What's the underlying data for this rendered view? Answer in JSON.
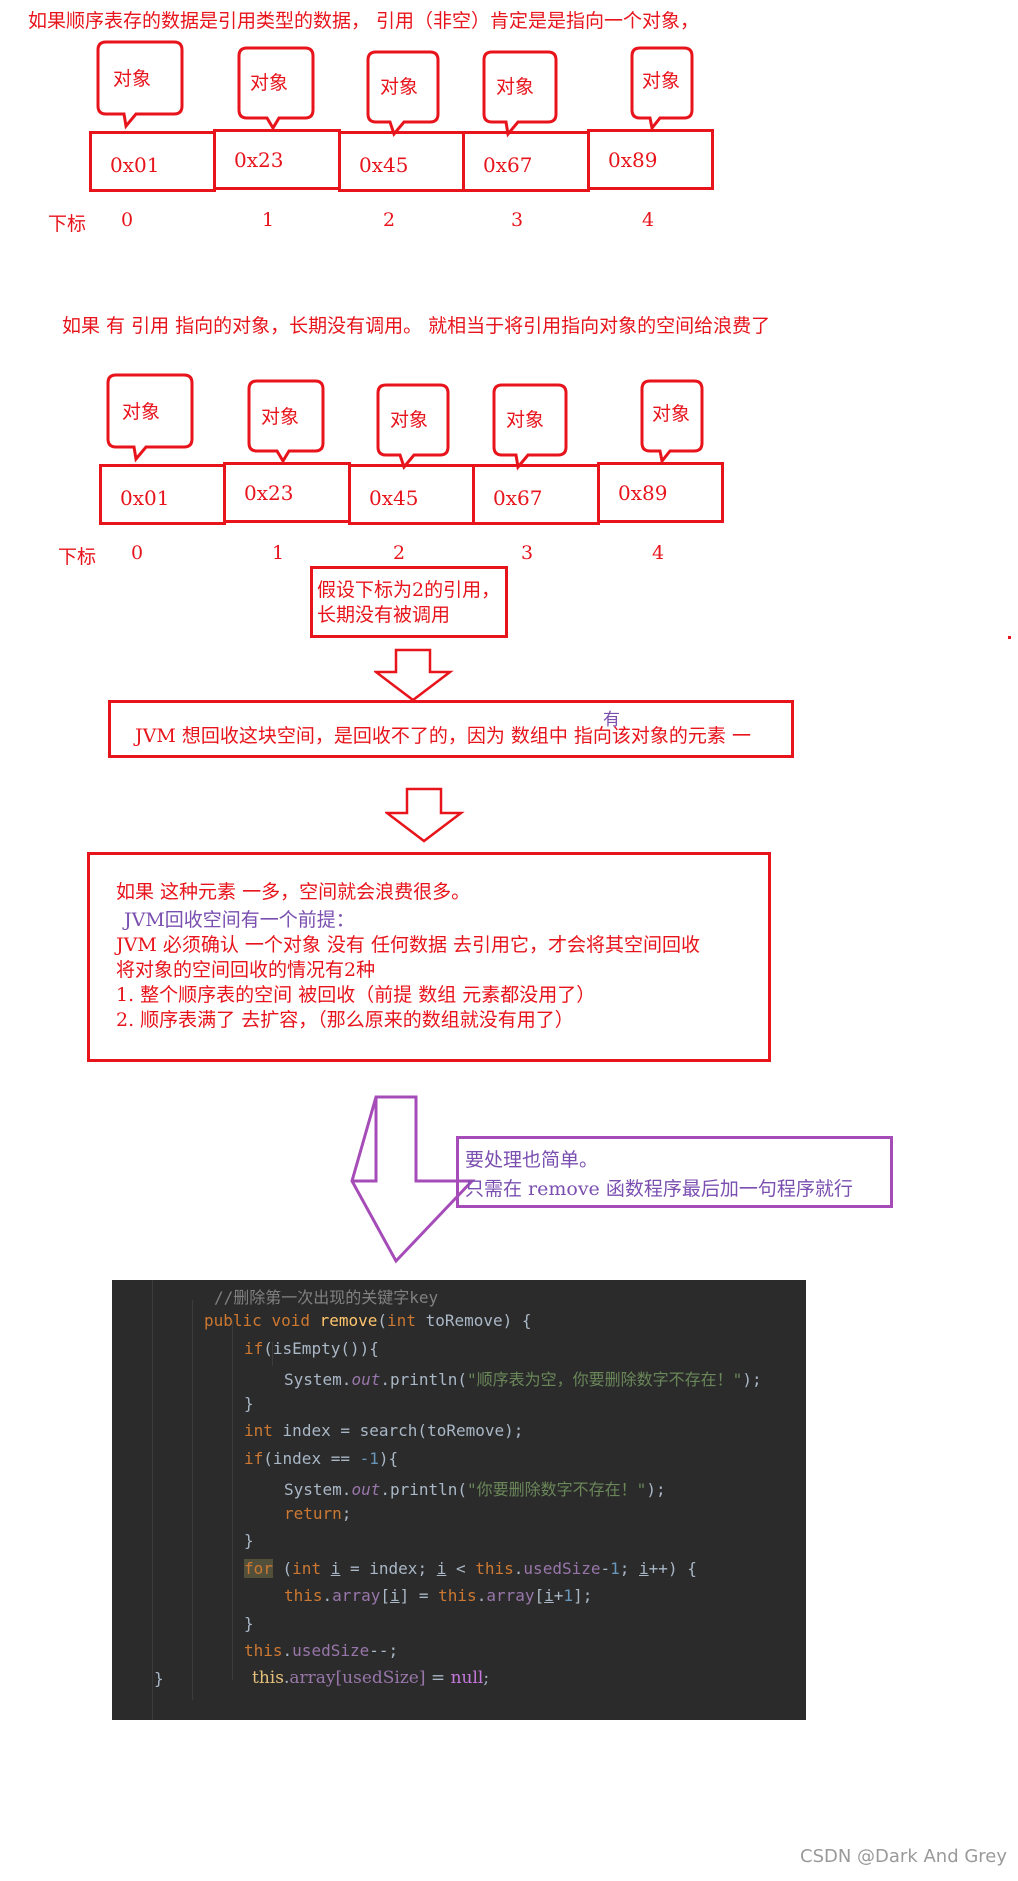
{
  "intro": "如果顺序表存的数据是引用类型的数据， 引用（非空）肯定是是指向一个对象，",
  "object_label": "对象",
  "addresses": [
    "0x01",
    "0x23",
    "0x45",
    "0x67",
    "0x89"
  ],
  "index_label": "下标",
  "indices": [
    "0",
    "1",
    "2",
    "3",
    "4"
  ],
  "waste_note": "如果 有 引用 指向的对象，长期没有调用。 就相当于将引用指向对象的空间给浪费了",
  "assume_box": {
    "line1": "假设下标为2的引用，",
    "line2": "长期没有被调用"
  },
  "jvm_box": {
    "text": "JVM 想回收这块空间，是回收不了的，因为 数组中 指向该对象的元素 一",
    "superscript": "有"
  },
  "explain_box": {
    "line1": "如果 这种元素 一多，空间就会浪费很多。",
    "line2": "JVM回收空间有一个前提：",
    "line3": "JVM 必须确认 一个对象 没有 任何数据 去引用它，才会将其空间回收",
    "line4": "将对象的空间回收的情况有2种",
    "line5": "1.  整个顺序表的空间 被回收（前提 数组 元素都没用了）",
    "line6": "2.   顺序表满了 去扩容，（那么原来的数组就没有用了）"
  },
  "solution_box": {
    "line1": "要处理也简单。",
    "line2": "只需在 remove 函数程序最后加一句程序就行"
  },
  "code": {
    "comment": "//删除第一次出现的关键字key",
    "kw_public": "public",
    "kw_void": "void",
    "fn_remove": "remove",
    "kw_int": "int",
    "param": "toRemove",
    "kw_if": "if",
    "call_isempty": "isEmpty",
    "system": "System.",
    "out": "out",
    "println": ".println(",
    "msg_empty": "\"顺序表为空，你要删除数字不存在！\"",
    "var_index": "index",
    "call_search": "search",
    "num_neg1": "-1",
    "msg_notfound": "\"你要删除数字不存在！\"",
    "kw_return": "return",
    "kw_for": "for",
    "var_i": "i",
    "kw_this": "this",
    "fld_usedsize": "usedSize",
    "fld_array": "array",
    "num_1": "1",
    "kw_null": "null"
  },
  "watermark": "CSDN @Dark And Grey"
}
